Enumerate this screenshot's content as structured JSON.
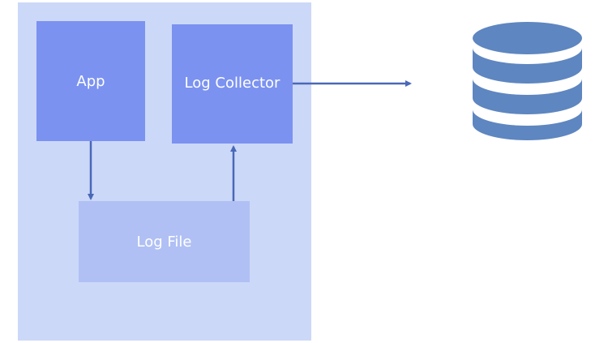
{
  "diagram": {
    "nodes": {
      "app": {
        "label": "App"
      },
      "log_collector": {
        "label": "Log Collector"
      },
      "log_file": {
        "label": "Log File"
      },
      "database": {
        "icon": "database-icon"
      }
    },
    "edges": [
      {
        "from": "app",
        "to": "log_file"
      },
      {
        "from": "log_file",
        "to": "log_collector"
      },
      {
        "from": "log_collector",
        "to": "database"
      }
    ],
    "colors": {
      "container": "#ccd8f8",
      "primary_node": "#7b92f0",
      "secondary_node": "#b0c0f4",
      "arrow": "#4a68b8",
      "database": "#5e86c0"
    }
  }
}
